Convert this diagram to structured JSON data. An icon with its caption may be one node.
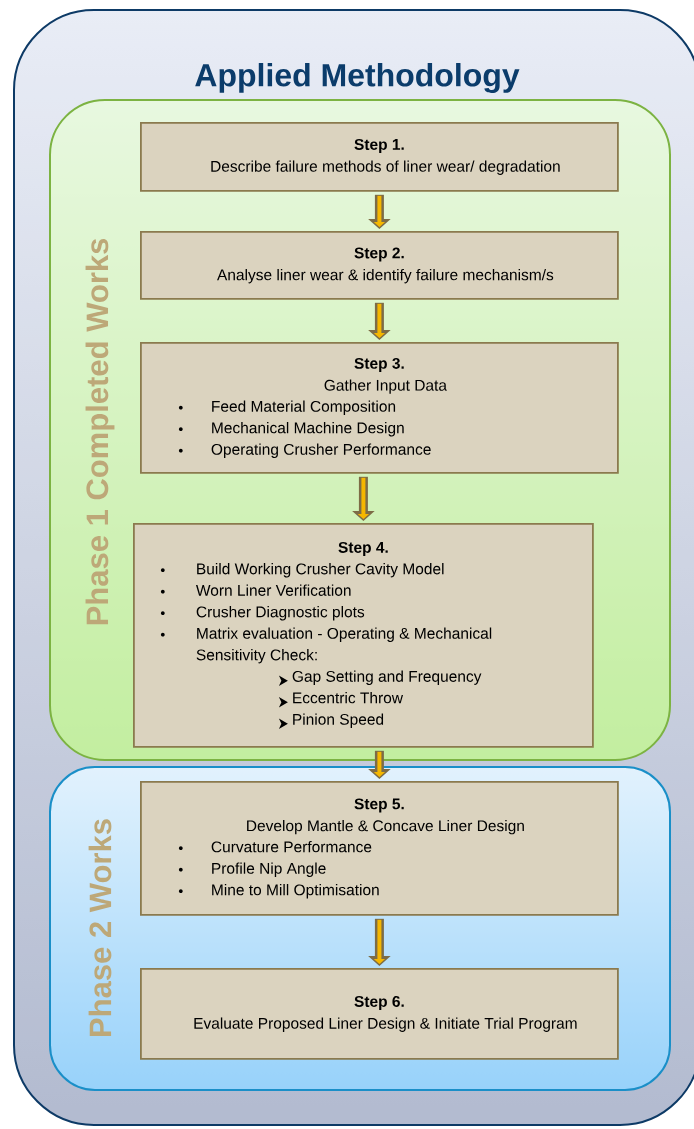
{
  "diagram": {
    "nodes": [
      {
        "text": [
          "Applied Methodology"
        ]
      },
      {
        "text": [
          "Phase 1 Completed Works"
        ],
        "in": 0
      },
      {
        "text": [
          "Step 1.",
          "Describe failure methods of liner wear/ degradation"
        ],
        "in": 1
      },
      {
        "text": [
          "Step 2.",
          "Analyse liner wear & identify failure mechanism/s"
        ],
        "in": 1
      },
      {
        "text": [
          "Step 3.",
          "Gather Input Data",
          "Feed Material Composition",
          "Mechanical Machine Design",
          "Operating Crusher Performance"
        ],
        "in": 1
      },
      {
        "text": [
          "Step 4.",
          "Build Working Crusher Cavity Model",
          "Worn Liner Verification",
          "Crusher Diagnostic plots",
          "Matrix evaluation - Operating & Mechanical Sensitivity Check:",
          "Gap Setting and Frequency",
          "Eccentric Throw",
          "Pinion Speed"
        ],
        "in": 1
      },
      {
        "text": [
          "Phase 2 Works"
        ],
        "in": 0
      },
      {
        "text": [
          "Step 5.",
          "Develop Mantle & Concave Liner Design",
          "Curvature Performance",
          "Profile Nip Angle",
          "Mine to Mill Optimisation"
        ],
        "in": 6
      },
      {
        "text": [
          "Step 6.",
          "Evaluate Proposed Liner Design & Initiate Trial Program"
        ],
        "in": 6
      }
    ],
    "edges": [
      {
        "from": 2,
        "to": 3,
        "arrow": "to"
      },
      {
        "from": 3,
        "to": 4,
        "arrow": "to"
      },
      {
        "from": 4,
        "to": 5,
        "arrow": "to"
      },
      {
        "from": 5,
        "to": 7,
        "arrow": "to"
      },
      {
        "from": 7,
        "to": 8,
        "arrow": "to"
      }
    ]
  }
}
